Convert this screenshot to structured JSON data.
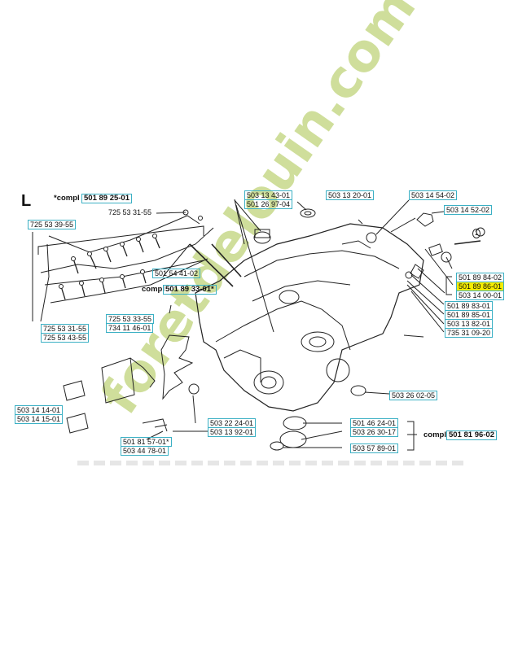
{
  "section": "L",
  "watermark": {
    "text": "foretdelouin.com",
    "color": "#c7d98a"
  },
  "accent": "#3bb0c4",
  "highlight": "#f5ec00",
  "labels": {
    "comp_top_prefix": "*compl",
    "comp_top": "501 89 25-01",
    "p725_53_31_55": "725 53 31-55",
    "p725_53_39_55": "725 53 39-55",
    "p725_53_31_55_b": "725 53 31-55",
    "p725_53_43_55": "725 53 43-55",
    "p503_13_43_01": "503 13 43-01",
    "p501_26_97_04": "501 26 97-04",
    "p503_13_20_01": "503 13 20-01",
    "p503_14_54_02": "503 14 54-02",
    "p503_14_52_02": "503 14 52-02",
    "p501_54_41_02": "501 54 41-02",
    "comp_mid_prefix": "compl",
    "comp_mid": "501 89 33-01*",
    "p725_53_33_55": "725 53 33-55",
    "p734_11_46_01": "734 11 46-01",
    "p501_89_84_02": "501 89 84-02",
    "p501_89_86_01": "501 89 86-01",
    "p503_14_00_01": "503 14 00-01",
    "p501_89_83_01": "501 89 83-01",
    "p501_89_85_01": "501 89 85-01",
    "p503_13_82_01": "503 13 82-01",
    "p735_31_09_20": "735 31 09-20",
    "p503_26_02_05": "503 26 02-05",
    "p503_14_14_01": "503 14 14-01",
    "p503_14_15_01": "503 14 15-01",
    "p503_22_24_01": "503 22 24-01",
    "p503_13_92_01": "503 13 92-01",
    "p501_81_57_01": "501 81 57-01*",
    "p503_44_78_01": "503 44 78-01",
    "p501_46_24_01": "501 46 24-01",
    "p503_26_30_17": "503 26 30-17",
    "p503_57_89_01": "503 57 89-01",
    "comp_right_prefix": "compl",
    "comp_right": "501 81 96-02",
    "callout_1": "1"
  }
}
